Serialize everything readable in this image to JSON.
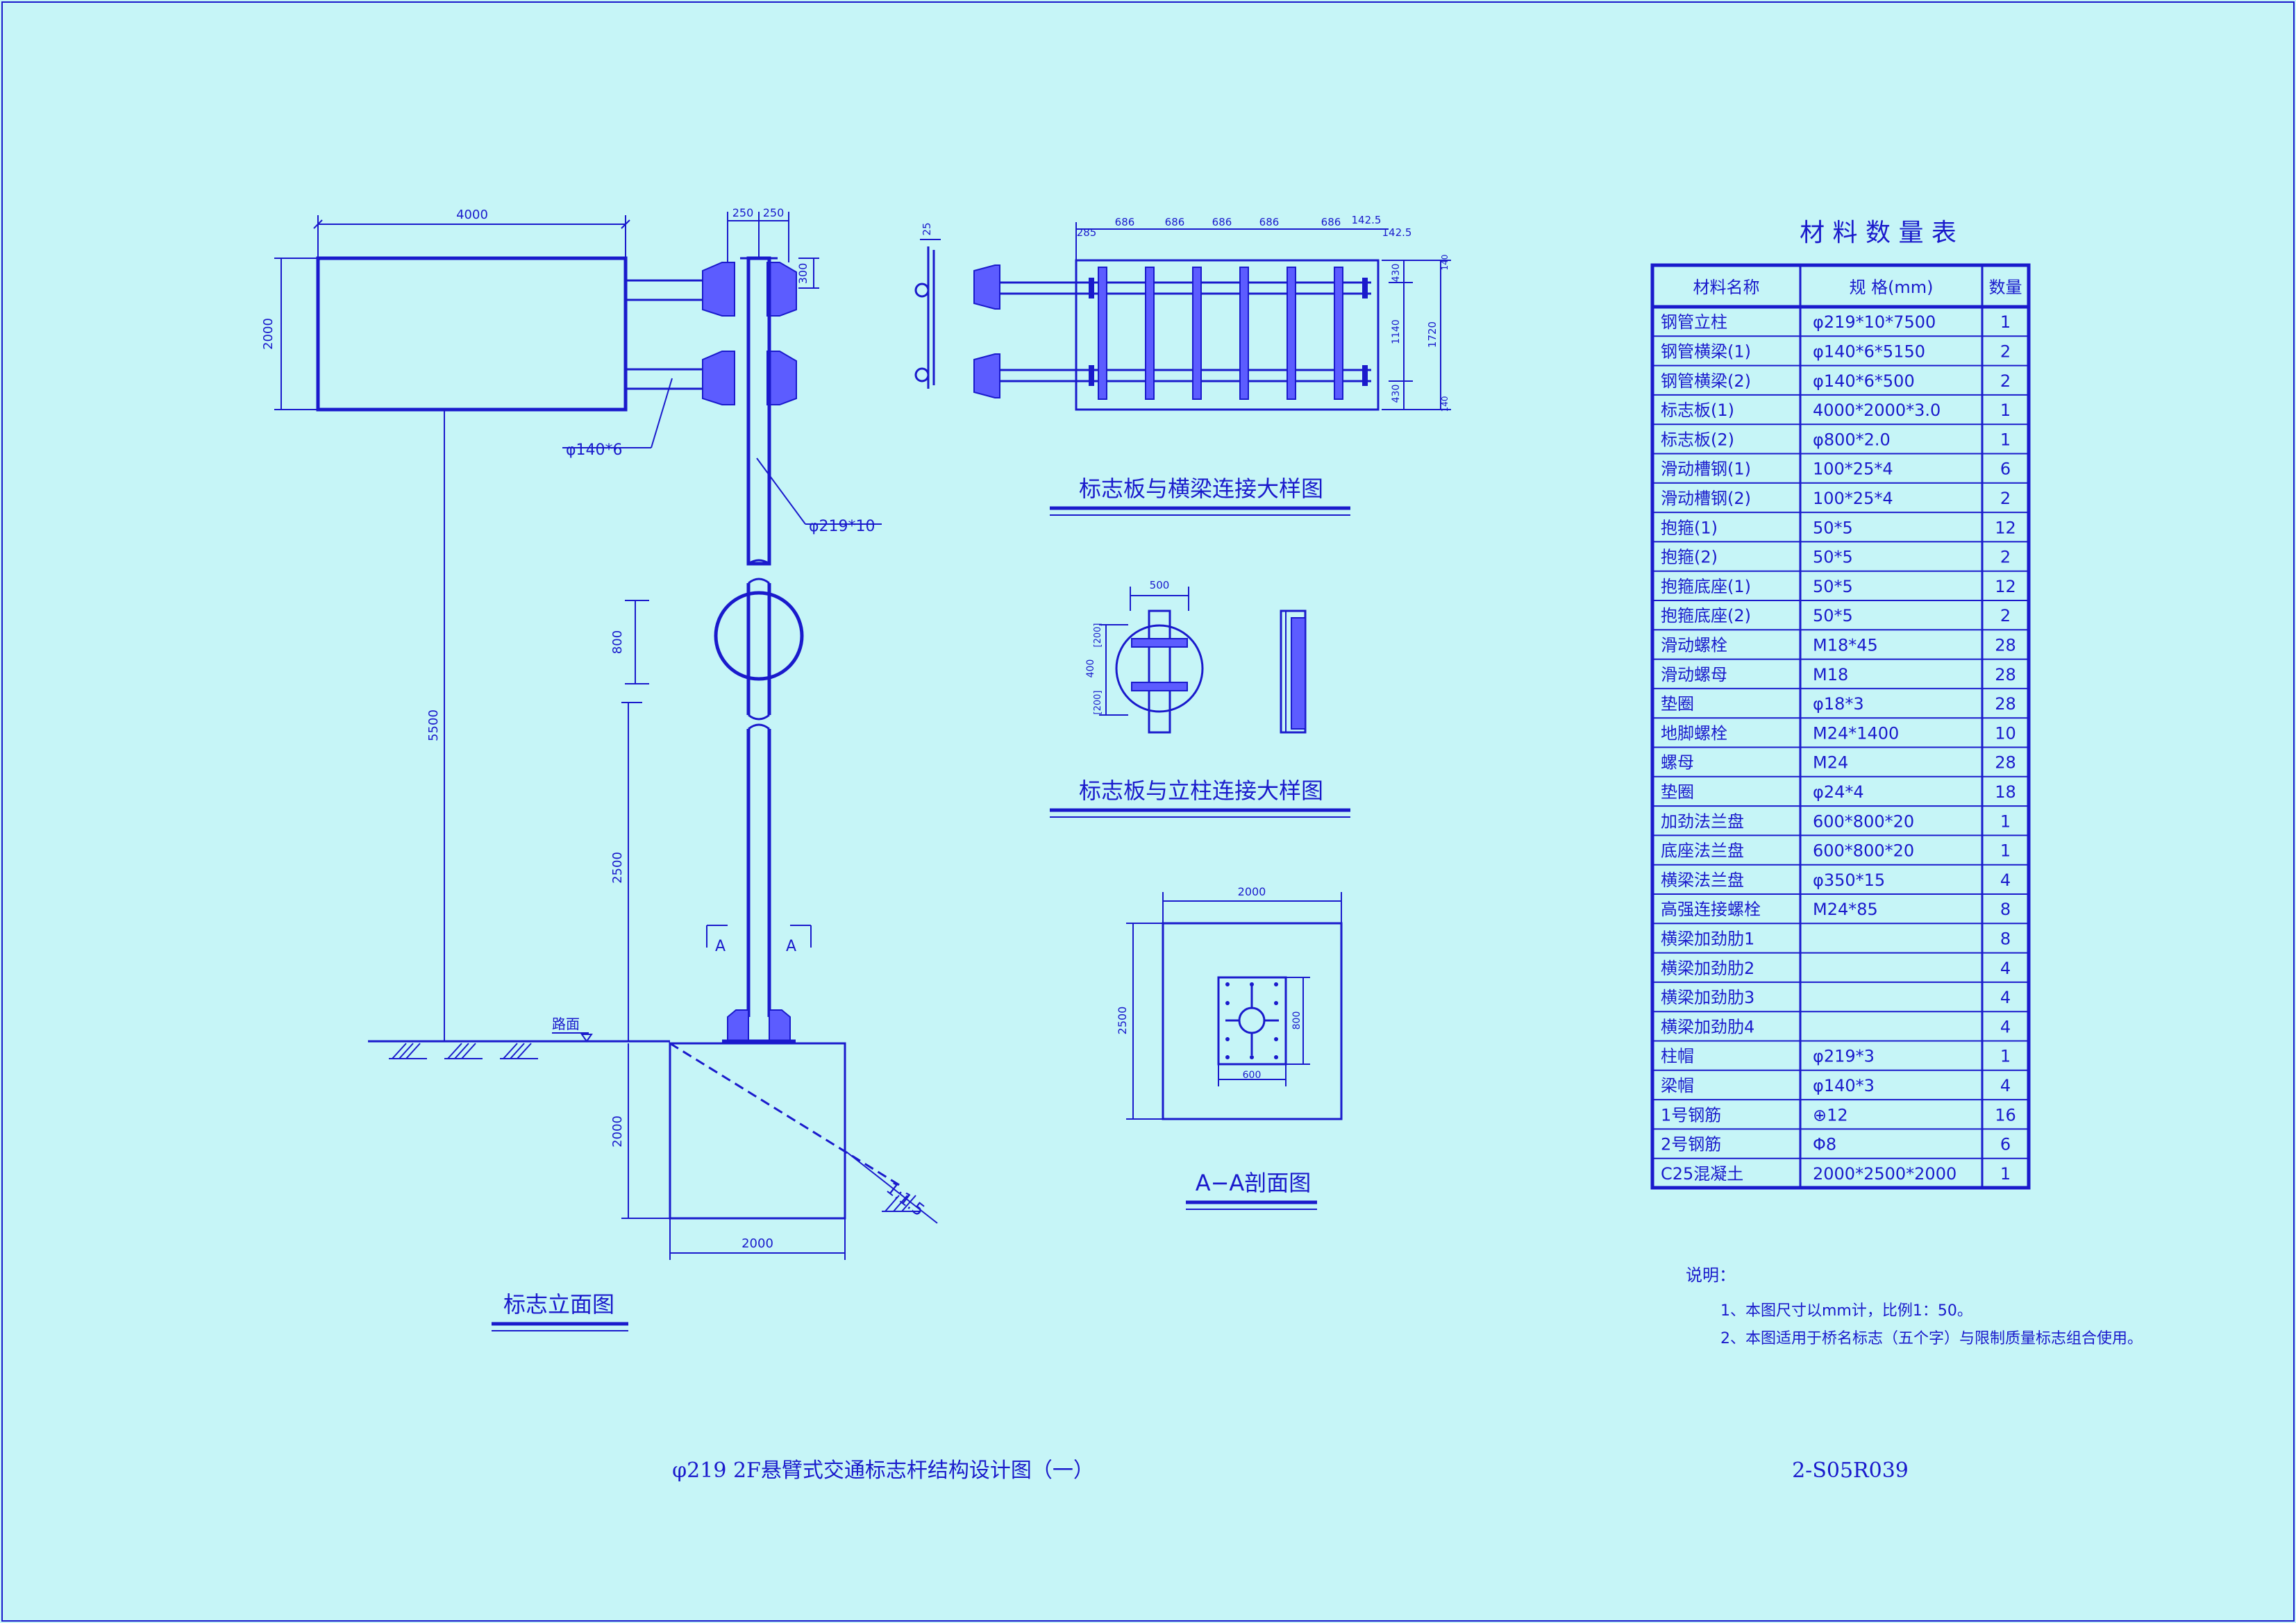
{
  "titles": {
    "elevation": "标志立面图",
    "sign_beam_detail": "标志板与横梁连接大样图",
    "sign_post_detail": "标志板与立柱连接大样图",
    "section_aa": "A−A剖面图",
    "drawing_title": "φ219 2F悬臂式交通标志杆结构设计图（一）",
    "drawing_number": "2-S05R039"
  },
  "elevation": {
    "dim_sign_width": "4000",
    "dim_sign_height": "2000",
    "dim_flange_left": "250",
    "dim_flange_right": "250",
    "dim_beam_gap": "300",
    "dim_post_height": "5500",
    "dim_disc": "800",
    "dim_post_lower": "2500",
    "dim_foundation_height": "2000",
    "dim_foundation_width": "2000",
    "label_beam": "φ140*6",
    "label_post": "φ219*10",
    "label_road": "路面",
    "label_slope": "1:1.5",
    "section_mark_left": "A",
    "section_mark_right": "A"
  },
  "beam_detail": {
    "dim_thk": "25",
    "dims_top": [
      "285",
      "686",
      "686",
      "686",
      "686",
      "686",
      "142.5"
    ],
    "dim_right_extra": "142.5",
    "dims_right": [
      "430",
      "1140",
      "430"
    ],
    "dim_total": "1720",
    "dim_edge_top": "140",
    "dim_edge_bottom": "140"
  },
  "post_detail": {
    "dim_width": "500",
    "dim_height": "400",
    "dim_top": "[200]",
    "dim_bottom": "[200]"
  },
  "section": {
    "dim_width": "2000",
    "dim_height": "2500",
    "dim_plate_w": "600",
    "dim_plate_h": "800"
  },
  "table": {
    "title": "材 料 数 量 表",
    "headers": [
      "材料名称",
      "规   格(mm)",
      "数量"
    ],
    "rows": [
      [
        "钢管立柱",
        "φ219*10*7500",
        "1"
      ],
      [
        "钢管横梁(1)",
        "φ140*6*5150",
        "2"
      ],
      [
        "钢管横梁(2)",
        "φ140*6*500",
        "2"
      ],
      [
        "标志板(1)",
        "4000*2000*3.0",
        "1"
      ],
      [
        "标志板(2)",
        "φ800*2.0",
        "1"
      ],
      [
        "滑动槽钢(1)",
        "100*25*4",
        "6"
      ],
      [
        "滑动槽钢(2)",
        "100*25*4",
        "2"
      ],
      [
        "抱箍(1)",
        "50*5",
        "12"
      ],
      [
        "抱箍(2)",
        "50*5",
        "2"
      ],
      [
        "抱箍底座(1)",
        "50*5",
        "12"
      ],
      [
        "抱箍底座(2)",
        "50*5",
        "2"
      ],
      [
        "滑动螺栓",
        "M18*45",
        "28"
      ],
      [
        "滑动螺母",
        "M18",
        "28"
      ],
      [
        "垫圈",
        "φ18*3",
        "28"
      ],
      [
        "地脚螺栓",
        "M24*1400",
        "10"
      ],
      [
        "螺母",
        "M24",
        "28"
      ],
      [
        "垫圈",
        "φ24*4",
        "18"
      ],
      [
        "加劲法兰盘",
        "600*800*20",
        "1"
      ],
      [
        "底座法兰盘",
        "600*800*20",
        "1"
      ],
      [
        "横梁法兰盘",
        "φ350*15",
        "4"
      ],
      [
        "高强连接螺栓",
        "M24*85",
        "8"
      ],
      [
        "横梁加劲肋1",
        "",
        "8"
      ],
      [
        "横梁加劲肋2",
        "",
        "4"
      ],
      [
        "横梁加劲肋3",
        "",
        "4"
      ],
      [
        "横梁加劲肋4",
        "",
        "4"
      ],
      [
        "柱帽",
        "φ219*3",
        "1"
      ],
      [
        "梁帽",
        "φ140*3",
        "4"
      ],
      [
        "1号钢筋",
        "⊕12",
        "16"
      ],
      [
        "2号钢筋",
        "Φ8",
        "6"
      ],
      [
        "C25混凝土",
        "2000*2500*2000",
        "1"
      ]
    ]
  },
  "notes": {
    "heading": "说明：",
    "items": [
      "1、本图尺寸以mm计，比例1：50。",
      "2、本图适用于桥名标志（五个字）与限制质量标志组合使用。"
    ]
  }
}
